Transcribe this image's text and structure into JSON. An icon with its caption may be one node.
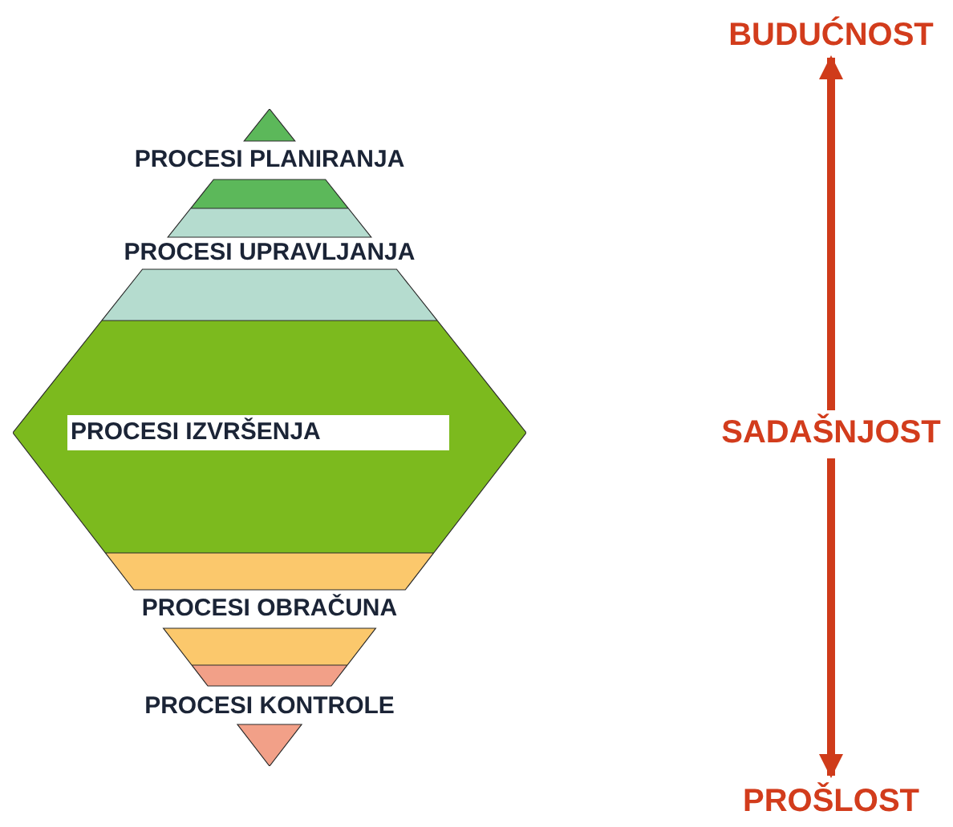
{
  "diagram": {
    "nodes": [
      {
        "text": [
          "PROCESI PLANIRANJA"
        ]
      },
      {
        "text": [
          "PROCESI UPRAVLJANJA"
        ]
      },
      {
        "text": [
          "PROCESI IZVRŠENJA"
        ]
      },
      {
        "text": [
          "PROCESI OBRAČUNA"
        ]
      },
      {
        "text": [
          "PROCESI KONTROLE"
        ]
      },
      {
        "text": [
          "BUDUĆNOST"
        ]
      },
      {
        "text": [
          "SADAŠNJOST"
        ]
      },
      {
        "text": [
          "PROŠLOST"
        ]
      }
    ],
    "edges": [
      {
        "from": 6,
        "to": 5,
        "arrow": "to"
      },
      {
        "from": 6,
        "to": 7,
        "arrow": "to"
      }
    ]
  }
}
